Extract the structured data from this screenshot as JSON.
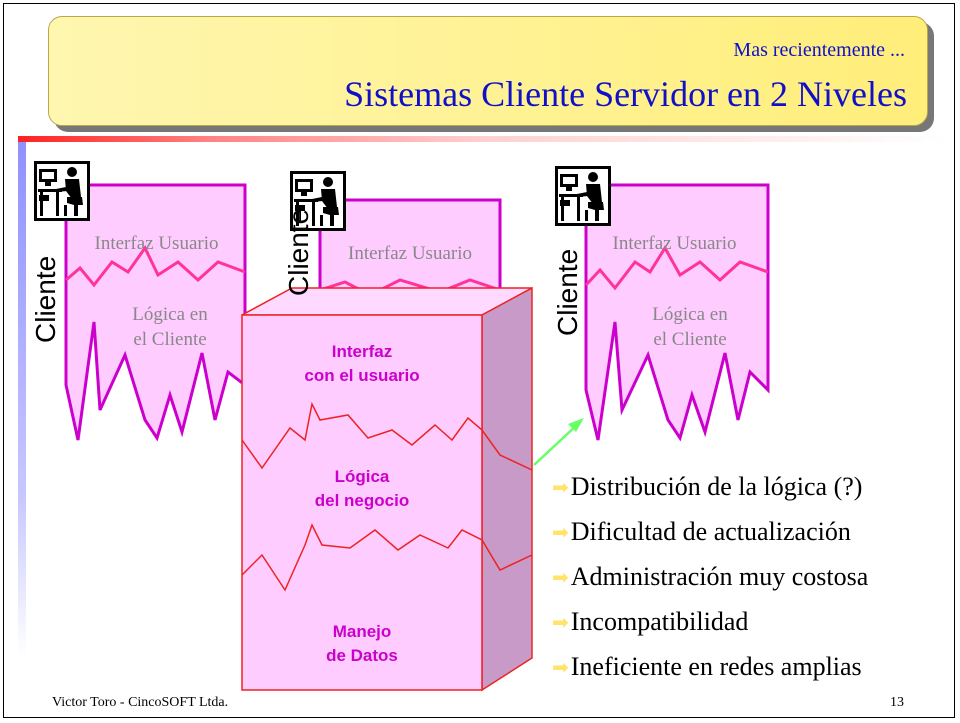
{
  "header": {
    "subtitle": "Mas recientemente ...",
    "title": "Sistemas Cliente Servidor en 2 Niveles"
  },
  "clients": [
    {
      "side_label": "Cliente",
      "ui_label": "Interfaz Usuario",
      "logic_line1": "Lógica en",
      "logic_line2": "el Cliente"
    },
    {
      "side_label": "Cliente",
      "ui_label": "Interfaz Usuario"
    },
    {
      "side_label": "Cliente",
      "ui_label": "Interfaz Usuario",
      "logic_line1": "Lógica en",
      "logic_line2": "el Cliente"
    }
  ],
  "server_box": {
    "layer1_line1": "Interfaz",
    "layer1_line2": "con el usuario",
    "layer2_line1": "Lógica",
    "layer2_line2": "del negocio",
    "layer3_line1": "Manejo",
    "layer3_line2": "de Datos"
  },
  "bullets": [
    "Distribución de la lógica (?)",
    "Dificultad de actualización",
    "Administración muy costosa",
    "Incompatibilidad",
    "Ineficiente en redes amplias"
  ],
  "footer": {
    "author": "Victor Toro - CincoSOFT Ltda.",
    "page_number": "13"
  },
  "colors": {
    "title": "#1010c8",
    "banner_fill": "#ffccff",
    "banner_stroke": "#cc00cc",
    "server_layer_text": "#cc00cc",
    "bullet_arrow": "#ffe36a",
    "connector_arrow": "#66ff66"
  },
  "icons": [
    "computer-user-icon",
    "bullet-arrow-icon"
  ]
}
